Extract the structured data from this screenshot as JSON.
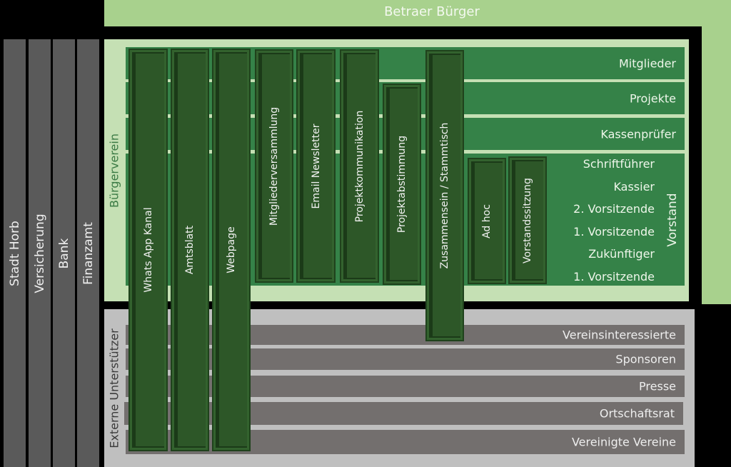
{
  "header": {
    "title": "Betraer Bürger"
  },
  "external_columns": [
    {
      "label": "Stadt Horb"
    },
    {
      "label": "Versicherung"
    },
    {
      "label": "Bank"
    },
    {
      "label": "Finanzamt"
    }
  ],
  "buergerverein": {
    "label": "Bürgerverein",
    "rows": [
      {
        "label": "Mitglieder"
      },
      {
        "label": "Projekte"
      },
      {
        "label": "Kassenprüfer"
      }
    ],
    "vorstand": {
      "label": "Vorstand",
      "members": [
        "Schriftführer",
        "Kassier",
        "2. Vorsitzende",
        "1. Vorsitzende",
        "Zukünftiger",
        "1. Vorsitzende"
      ]
    }
  },
  "externe_unterstuetzer": {
    "label": "Externe Unterstützer",
    "rows": [
      {
        "label": "Vereinsinteressierte"
      },
      {
        "label": "Sponsoren"
      },
      {
        "label": "Presse"
      },
      {
        "label": "Ortschaftsrat"
      },
      {
        "label": "Vereinigte Vereine"
      }
    ]
  },
  "channels": [
    {
      "label": "Whats App Kanal"
    },
    {
      "label": "Amtsblatt"
    },
    {
      "label": "Webpage"
    },
    {
      "label": "Mitgliederversammlung"
    },
    {
      "label": "Email Newsletter"
    },
    {
      "label": "Projektkommunikation"
    },
    {
      "label": "Projektabstimmung"
    },
    {
      "label": "Zusammensein / Stammtisch"
    },
    {
      "label": "Ad hoc"
    },
    {
      "label": "Vorstandssitzung"
    }
  ],
  "colors": {
    "outer_green": "#a8d18d",
    "panel_green": "#c5e0b4",
    "row_green": "#358248",
    "channel_green": "#2d5728",
    "panel_gray": "#bfbfbf",
    "row_gray": "#736f6e",
    "column_gray": "#5a5a5a"
  }
}
